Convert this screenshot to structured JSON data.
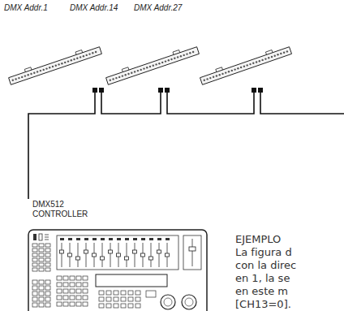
{
  "diagram": {
    "nodes": [
      {
        "text": [
          "DMX Addr.1"
        ]
      },
      {
        "text": [
          "DMX Addr.14"
        ]
      },
      {
        "text": [
          "DMX Addr.27"
        ]
      },
      {
        "text": [
          "DMX512 CONTROLLER"
        ]
      }
    ],
    "edges": [
      {
        "from": 3,
        "to": 0,
        "arrow": "none"
      },
      {
        "from": 0,
        "to": 1,
        "arrow": "none"
      },
      {
        "from": 1,
        "to": 2,
        "arrow": "none"
      }
    ],
    "labels": [
      "EJEMPLO",
      "La figura d",
      "con la direc",
      "en 1, la se",
      "en este m",
      "[CH13=0]."
    ]
  }
}
